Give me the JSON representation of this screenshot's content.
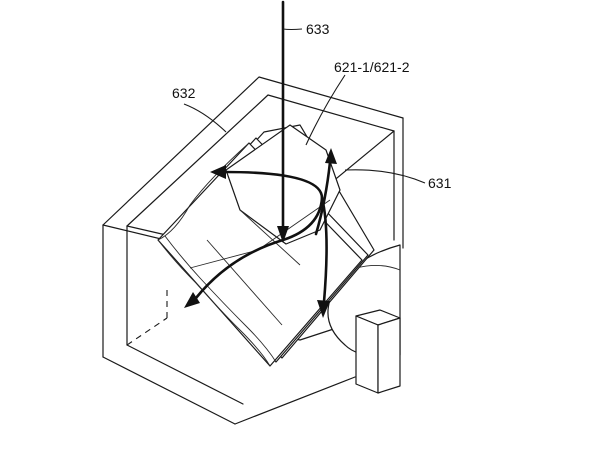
{
  "labels": {
    "ray_in": "633",
    "mirror_pair": "621-1/621-2",
    "curved_ray": "632",
    "return_ray": "631"
  }
}
